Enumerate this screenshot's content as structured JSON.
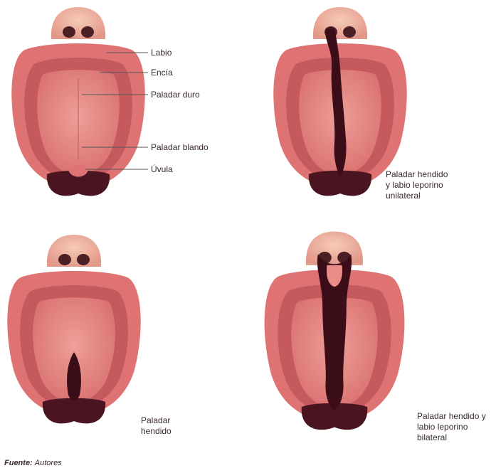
{
  "labels": {
    "labio": "Labio",
    "encia": "Encía",
    "paladar_duro": "Paladar duro",
    "paladar_blando": "Paladar blando",
    "uvula": "Úvula"
  },
  "panels": [
    {
      "caption": "",
      "type": "normal"
    },
    {
      "caption": "Paladar hendido\ny labio leporino\nunilateral",
      "type": "unilateral"
    },
    {
      "caption": "Paladar\nhendido",
      "type": "cleft-palate"
    },
    {
      "caption": "Paladar hendido y\nlabio leporino\nbilateral",
      "type": "bilateral"
    }
  ],
  "source": {
    "label": "Fuente:",
    "value": "Autores"
  },
  "colors": {
    "nose": "#f0b4a2",
    "nostril": "#4a2024",
    "lip": "#df7272",
    "gum": "#c55a5e",
    "palate": "#e88d88",
    "throat": "#4a1420",
    "cleft": "#3a0d18"
  }
}
